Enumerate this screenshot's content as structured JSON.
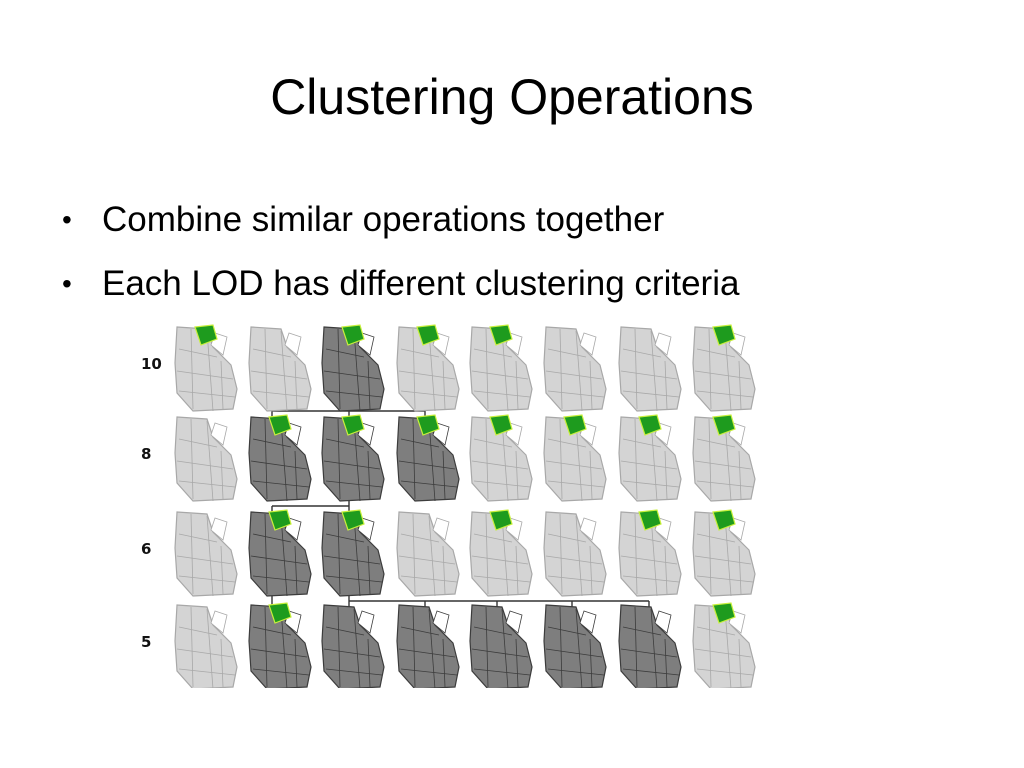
{
  "slide": {
    "title": "Clustering Operations",
    "bullets": [
      "Combine similar operations together",
      "Each LOD has different clustering criteria"
    ],
    "bullet_glyph": "•"
  },
  "figure": {
    "rows": [
      {
        "label": "10",
        "states": [
          "light",
          "light",
          "dark",
          "light",
          "light",
          "light",
          "light",
          "light"
        ],
        "highlights": [
          true,
          false,
          true,
          true,
          true,
          false,
          false,
          true
        ]
      },
      {
        "label": "8",
        "states": [
          "light",
          "dark",
          "dark",
          "dark",
          "light",
          "light",
          "light",
          "light"
        ],
        "highlights": [
          false,
          true,
          true,
          true,
          true,
          true,
          true,
          true
        ]
      },
      {
        "label": "6",
        "states": [
          "light",
          "dark",
          "dark",
          "light",
          "light",
          "light",
          "light",
          "light"
        ],
        "highlights": [
          false,
          true,
          true,
          false,
          true,
          false,
          true,
          true
        ]
      },
      {
        "label": "5",
        "states": [
          "light",
          "dark",
          "dark",
          "dark",
          "dark",
          "dark",
          "dark",
          "light"
        ],
        "highlights": [
          false,
          true,
          false,
          false,
          false,
          false,
          false,
          true
        ]
      }
    ],
    "colors": {
      "light_fill": "#d4d4d4",
      "light_stroke": "#a8a8a8",
      "dark_fill": "#7e7e7e",
      "dark_stroke": "#3c3c3c",
      "highlight": "#1e9b1e",
      "highlight_accent": "#c8f03c",
      "tree_line": "#333333"
    }
  }
}
